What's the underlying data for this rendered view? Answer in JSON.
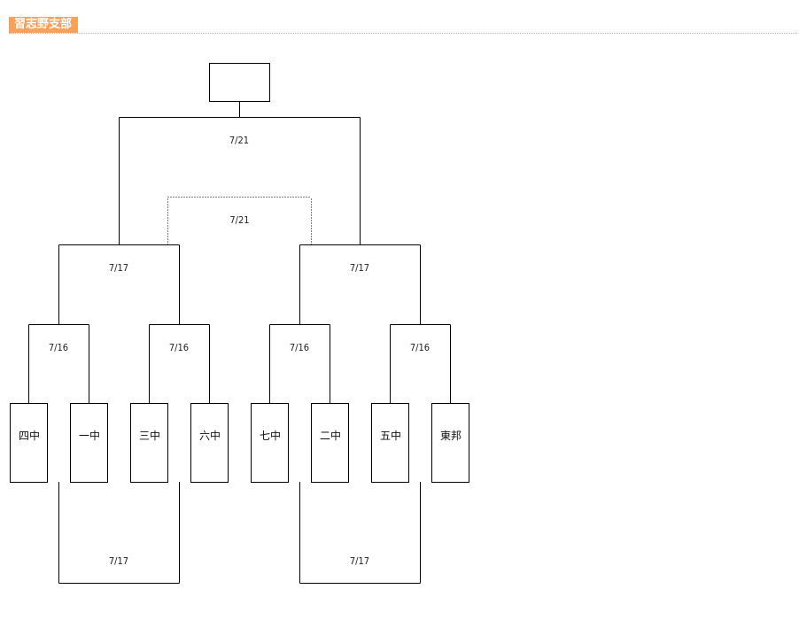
{
  "header": {
    "title": "習志野支部",
    "accent_color": "#f9a05a",
    "rule_color": "#f0a050"
  },
  "teams": [
    {
      "name": "四中"
    },
    {
      "name": "一中"
    },
    {
      "name": "三中"
    },
    {
      "name": "六中"
    },
    {
      "name": "七中"
    },
    {
      "name": "二中"
    },
    {
      "name": "五中"
    },
    {
      "name": "東邦"
    }
  ],
  "rounds": {
    "first_round": [
      "7/16",
      "7/16",
      "7/16",
      "7/16"
    ],
    "semifinal": [
      "7/17",
      "7/17"
    ],
    "final": "7/21",
    "third_place": "7/21",
    "consolation": [
      "7/17",
      "7/17"
    ]
  },
  "winner": {
    "name": ""
  }
}
